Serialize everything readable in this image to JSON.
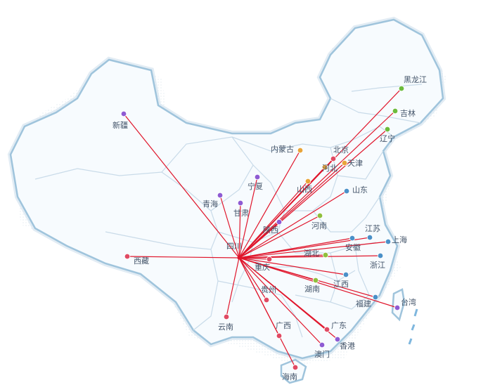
{
  "hub": {
    "name": "四川"
  },
  "cities": [
    {
      "name": "新疆",
      "color": "#8e5bd3"
    },
    {
      "name": "西藏",
      "color": "#e04a63"
    },
    {
      "name": "青海",
      "color": "#8e5bd3"
    },
    {
      "name": "甘肃",
      "color": "#8e5bd3"
    },
    {
      "name": "宁夏",
      "color": "#8e5bd3"
    },
    {
      "name": "内蒙古",
      "color": "#e8a43a"
    },
    {
      "name": "陕西",
      "color": "#8e5bd3"
    },
    {
      "name": "山西",
      "color": "#e8a43a"
    },
    {
      "name": "北京",
      "color": "#e04a63"
    },
    {
      "name": "天津",
      "color": "#e8a43a"
    },
    {
      "name": "河北",
      "color": "#e8a43a"
    },
    {
      "name": "黑龙江",
      "color": "#6cbb3c"
    },
    {
      "name": "吉林",
      "color": "#6cbb3c"
    },
    {
      "name": "辽宁",
      "color": "#6cbb3c"
    },
    {
      "name": "山东",
      "color": "#4a90c8"
    },
    {
      "name": "河南",
      "color": "#8fbf3c"
    },
    {
      "name": "江苏",
      "color": "#4a90c8"
    },
    {
      "name": "上海",
      "color": "#4a90c8"
    },
    {
      "name": "安徽",
      "color": "#4a90c8"
    },
    {
      "name": "浙江",
      "color": "#4a90c8"
    },
    {
      "name": "湖北",
      "color": "#8fbf3c"
    },
    {
      "name": "重庆",
      "color": "#e04a63"
    },
    {
      "name": "湖南",
      "color": "#8fbf3c"
    },
    {
      "name": "江西",
      "color": "#4a90c8"
    },
    {
      "name": "福建",
      "color": "#4a90c8"
    },
    {
      "name": "台湾",
      "color": "#8e5bd3"
    },
    {
      "name": "贵州",
      "color": "#e04a63"
    },
    {
      "name": "云南",
      "color": "#e04a63"
    },
    {
      "name": "广西",
      "color": "#e04a63"
    },
    {
      "name": "广东",
      "color": "#e04a63"
    },
    {
      "name": "香港",
      "color": "#8e5bd3"
    },
    {
      "name": "澳门",
      "color": "#8e5bd3"
    },
    {
      "name": "海南",
      "color": "#e04a63"
    }
  ],
  "route_color": "#e0152b"
}
